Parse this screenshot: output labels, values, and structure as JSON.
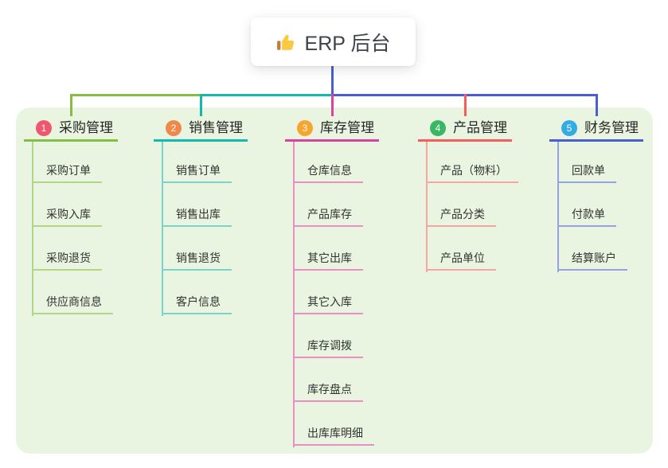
{
  "root": {
    "icon": "thumbs-up",
    "label": "ERP 后台"
  },
  "panel": {
    "background": "#e9f5e0"
  },
  "branches": [
    {
      "index": "1",
      "label": "采购管理",
      "badge_color": "#f0566e",
      "line_color": "#84bf43",
      "light_color": "#b1d687",
      "children": [
        "采购订单",
        "采购入库",
        "采购退货",
        "供应商信息"
      ]
    },
    {
      "index": "2",
      "label": "销售管理",
      "badge_color": "#f0884a",
      "line_color": "#14b9ae",
      "light_color": "#7bd4cb",
      "children": [
        "销售订单",
        "销售出库",
        "销售退货",
        "客户信息"
      ]
    },
    {
      "index": "3",
      "label": "库存管理",
      "badge_color": "#f6a52f",
      "line_color": "#d8449b",
      "light_color": "#ea8fc5",
      "children": [
        "仓库信息",
        "产品库存",
        "其它出库",
        "其它入库",
        "库存调拨",
        "库存盘点",
        "出库库明细"
      ]
    },
    {
      "index": "4",
      "label": "产品管理",
      "badge_color": "#3ab763",
      "line_color": "#f35d5c",
      "light_color": "#f6a5a3",
      "children": [
        "产品（物料）",
        "产品分类",
        "产品单位"
      ]
    },
    {
      "index": "5",
      "label": "财务管理",
      "badge_color": "#33ace3",
      "line_color": "#4a5ed1",
      "light_color": "#92a5e2",
      "children": [
        "回款单",
        "付款单",
        "结算账户"
      ]
    }
  ]
}
